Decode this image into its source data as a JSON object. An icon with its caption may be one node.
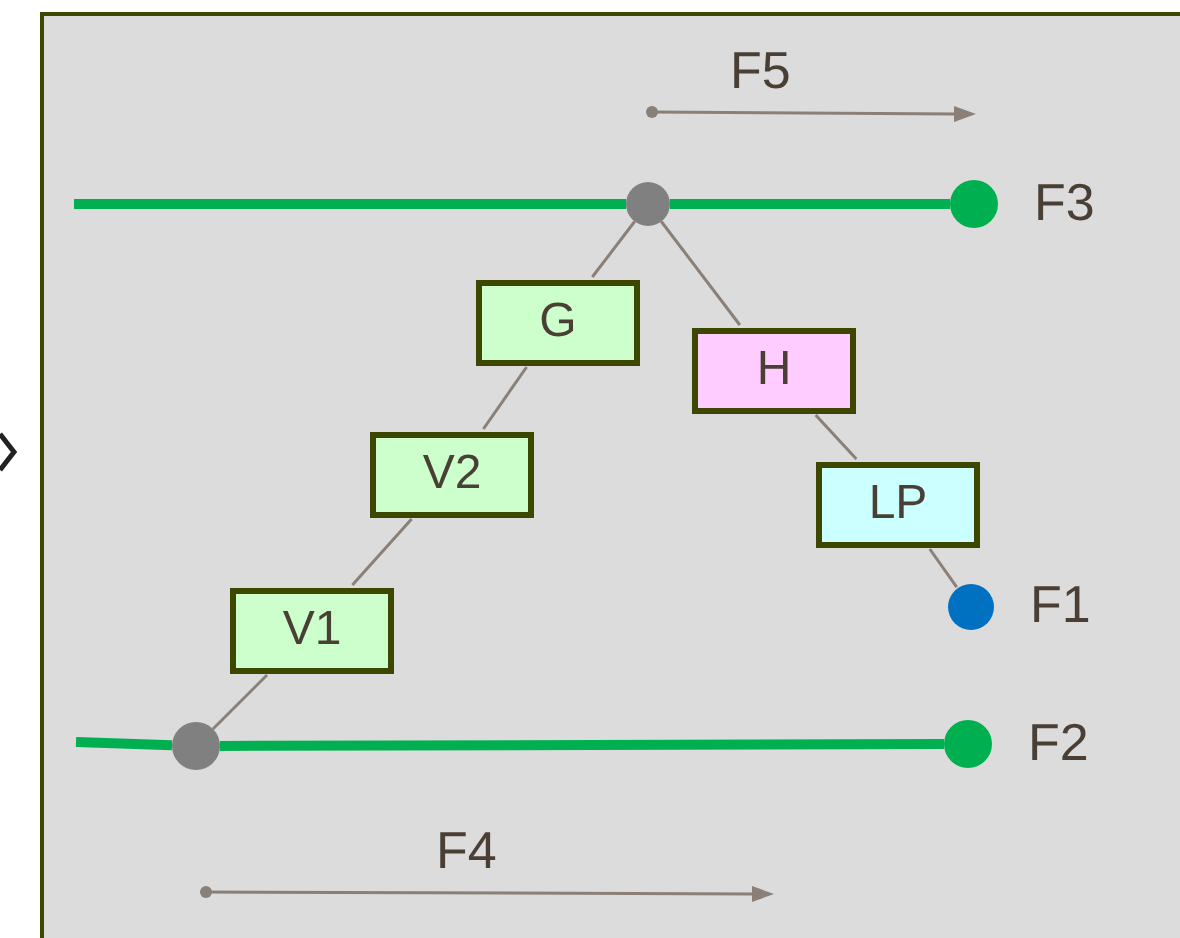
{
  "diagram": {
    "nodes": [
      {
        "text": [],
        "shape": "circle"
      },
      {
        "text": [
          "G"
        ]
      },
      {
        "text": [
          "V2"
        ]
      },
      {
        "text": [
          "V1"
        ]
      },
      {
        "text": [],
        "shape": "circle"
      },
      {
        "text": [
          "H"
        ]
      },
      {
        "text": [
          "LP"
        ]
      },
      {
        "text": [],
        "shape": "circle",
        "beside": [
          "F1"
        ]
      },
      {
        "text": [],
        "shape": "circle",
        "beside": [
          "F3"
        ]
      },
      {
        "text": [],
        "shape": "circle",
        "beside": [
          "F2"
        ]
      }
    ],
    "edges": [
      {
        "from": null,
        "to": 0,
        "arrow": "none",
        "style": "thick",
        "color": "#00b050"
      },
      {
        "from": 0,
        "to": 8,
        "arrow": "none",
        "style": "thick",
        "color": "#00b050"
      },
      {
        "from": null,
        "to": 4,
        "arrow": "none",
        "style": "thick",
        "color": "#00b050"
      },
      {
        "from": 4,
        "to": 9,
        "arrow": "none",
        "style": "thick",
        "color": "#00b050"
      },
      {
        "from": 0,
        "to": 1,
        "arrow": "none"
      },
      {
        "from": 1,
        "to": 2,
        "arrow": "none"
      },
      {
        "from": 2,
        "to": 3,
        "arrow": "none"
      },
      {
        "from": 3,
        "to": 4,
        "arrow": "none"
      },
      {
        "from": 0,
        "to": 5,
        "arrow": "none"
      },
      {
        "from": 5,
        "to": 6,
        "arrow": "none"
      },
      {
        "from": 6,
        "to": 7,
        "arrow": "none"
      }
    ],
    "labels": [
      "F5",
      "F4"
    ]
  }
}
